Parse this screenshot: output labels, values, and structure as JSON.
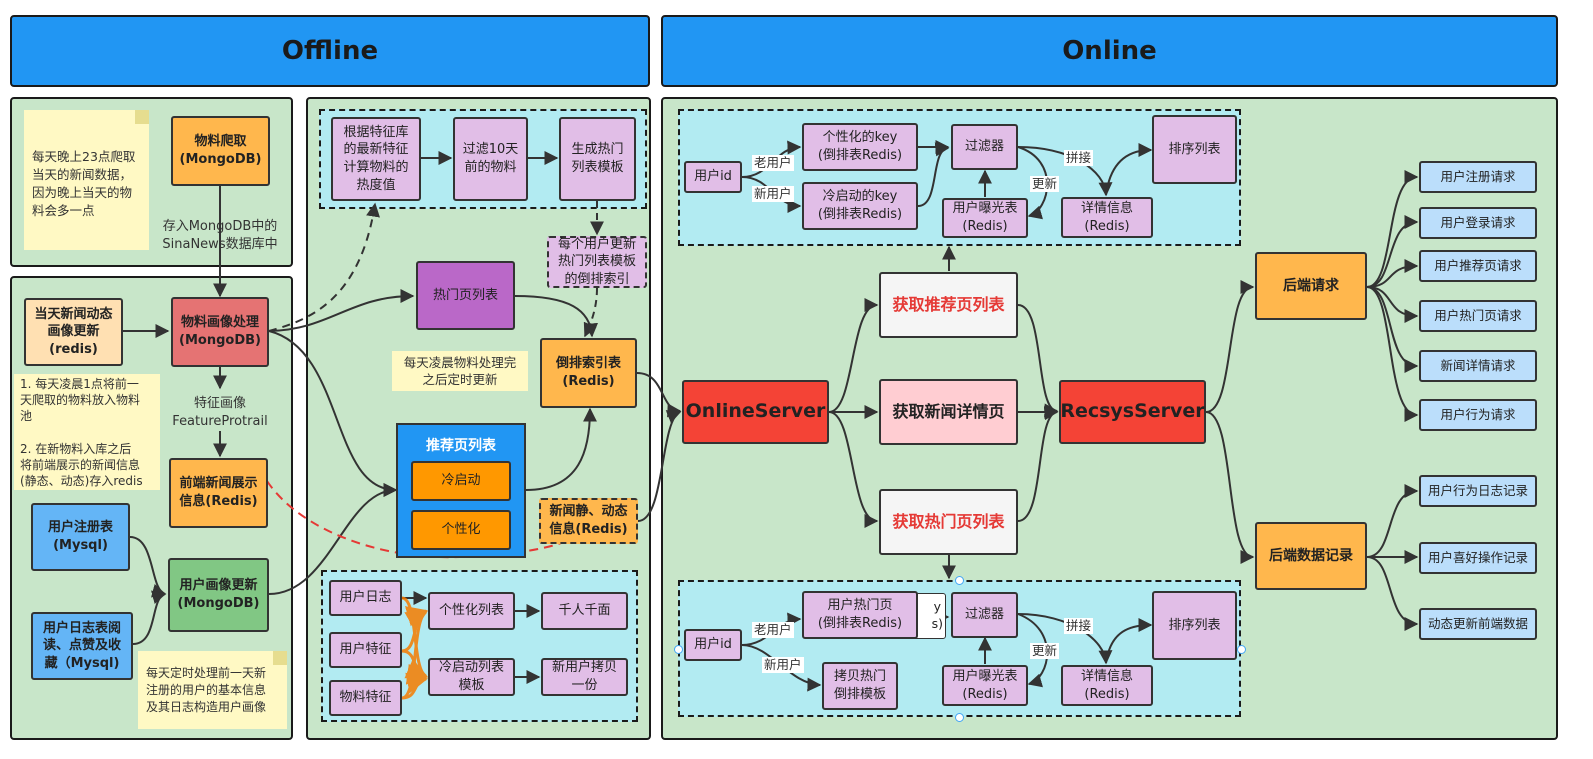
{
  "headers": {
    "offline": "Offline",
    "online": "Online"
  },
  "offline_left": {
    "note_crawl": "每天晚上23点爬取\n当天的新闻数据，\n因为晚上当天的物\n料会多一点",
    "crawl_box": "物料爬取\n(MongoDB)",
    "store_text": "存入MongoDB中的\nSinaNews数据库中",
    "news_dynamic": "当天新闻动态\n画像更新\n(redis)",
    "item_profile": "物料画像处理\n(MongoDB)",
    "note_rules": "1. 每天凌晨1点将前一\n天爬取的物料放入物料\n池\n\n2. 在新物料入库之后\n将前端展示的新闻信息\n(静态、动态)存入redis",
    "feature_text": "特征画像\nFeatureProtrail",
    "frontend_news": "前端新闻展示\n信息(Redis)",
    "user_reg": "用户注册表\n(Mysql)",
    "user_log": "用户日志表阅\n读、点赞及收\n藏（Mysql)",
    "user_profile": "用户画像更新\n(MongoDB)",
    "note_user": "每天定时处理前一天新\n注册的用户的基本信息\n及其日志构造用户画像"
  },
  "offline_mid": {
    "calc_hot": "根据特征库\n的最新特征\n计算物料的\n热度值",
    "filter10": "过滤10天\n前的物料",
    "gen_tpl": "生成热门\n列表模板",
    "per_user": "每个用户更新\n热门列表模板\n的倒排索引",
    "hot_list": "热门页列表",
    "note_morning": "每天凌晨物料处理完\n之后定时更新",
    "inverted": "倒排索引表\n(Redis)",
    "rec_title": "推荐页列表",
    "cold_start": "冷启动",
    "personal": "个性化",
    "news_static": "新闻静、动态\n信息(Redis)",
    "user_log2": "用户日志",
    "user_feat": "用户特征",
    "item_feat": "物料特征",
    "personal_list": "个性化列表",
    "cold_list": "冷启动列表\n模板",
    "thousand": "千人千面",
    "new_user_copy": "新用户拷贝\n一份"
  },
  "online": {
    "top": {
      "user_id": "用户id",
      "old": "老用户",
      "new": "新用户",
      "key_personal": "个性化的key\n(倒排表Redis)",
      "key_cold": "冷启动的key\n(倒排表Redis)",
      "filter": "过滤器",
      "exposure": "用户曝光表\n(Redis)",
      "update": "更新",
      "concat": "拼接",
      "detail": "详情信息\n(Redis)",
      "sort": "排序列表"
    },
    "bottom": {
      "user_id": "用户id",
      "old": "老用户",
      "new": "新用户",
      "hot_key": "用户热门页\n(倒排表Redis)",
      "hidden": "y\ns)",
      "copy_hot": "拷贝热门\n倒排模板",
      "filter": "过滤器",
      "exposure": "用户曝光表\n(Redis)",
      "update": "更新",
      "concat": "拼接",
      "detail": "详情信息\n(Redis)",
      "sort": "排序列表"
    },
    "get_rec": "获取推荐页列表",
    "get_detail": "获取新闻详情页",
    "get_hot": "获取热门页列表",
    "online_server": "OnlineServer",
    "recsys_server": "RecsysServer",
    "backend_req": "后端请求",
    "backend_log": "后端数据记录",
    "req_items": [
      "用户注册请求",
      "用户登录请求",
      "用户推荐页请求",
      "用户热门页请求",
      "新闻详情请求",
      "用户行为请求"
    ],
    "log_items": [
      "用户行为日志记录",
      "用户喜好操作记录",
      "动态更新前端数据"
    ]
  },
  "colors": {
    "header": "#2196f3",
    "panel": "#c8e6c9",
    "cyan": "#b2ebf2",
    "red": "#f44336",
    "orange": "#ffb74d"
  }
}
